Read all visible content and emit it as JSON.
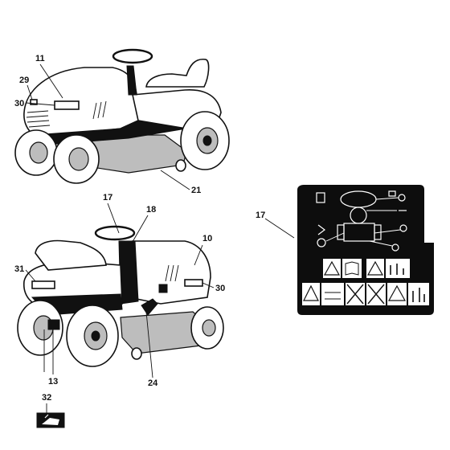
{
  "callouts": {
    "c11": "11",
    "c29": "29",
    "c30_top": "30",
    "c21": "21",
    "c17_mower": "17",
    "c18": "18",
    "c10": "10",
    "c31": "31",
    "c30_bottom": "30",
    "c24": "24",
    "c13": "13",
    "c32": "32",
    "c17_decal": "17"
  },
  "colors": {
    "ink": "#111111",
    "decal_bg": "#0d0d0d",
    "warning_yellow": "#ffffff"
  }
}
